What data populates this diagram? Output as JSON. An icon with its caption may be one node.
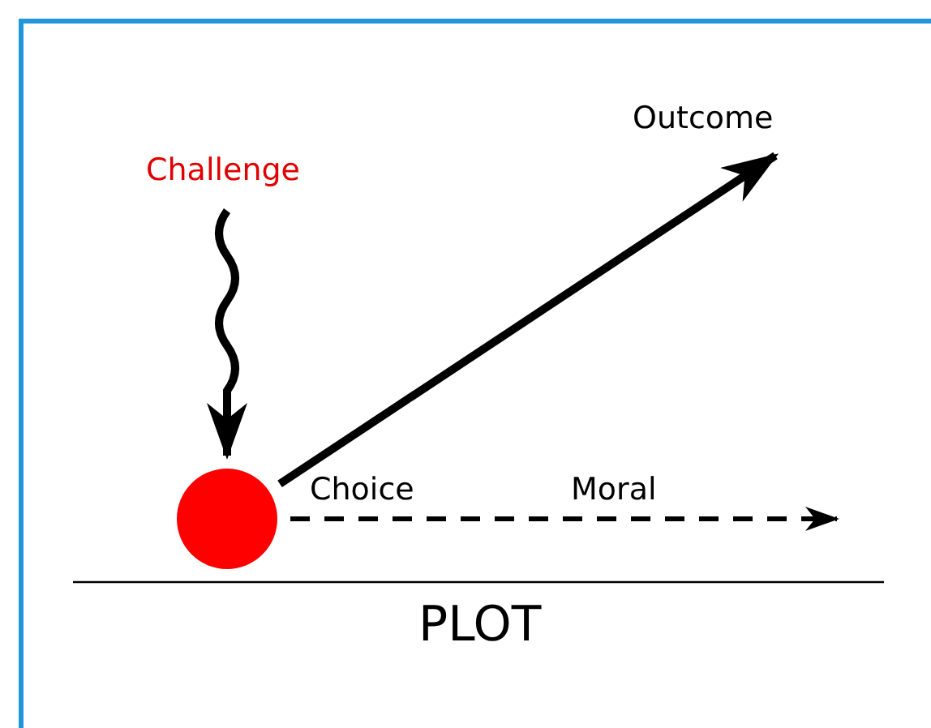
{
  "diagram": {
    "nodes": [
      {
        "text": [
          "Challenge"
        ]
      },
      {
        "text": [],
        "shape": "circle"
      },
      {
        "text": [
          "Outcome"
        ]
      }
    ],
    "edges": [
      {
        "from": 0,
        "to": 1,
        "arrow": "to"
      },
      {
        "from": 1,
        "to": 2,
        "arrow": "to"
      },
      {
        "from": 1,
        "to": null,
        "arrow": "to",
        "style": "dashed"
      }
    ],
    "labels": [
      "Choice",
      "Moral",
      "PLOT"
    ]
  }
}
